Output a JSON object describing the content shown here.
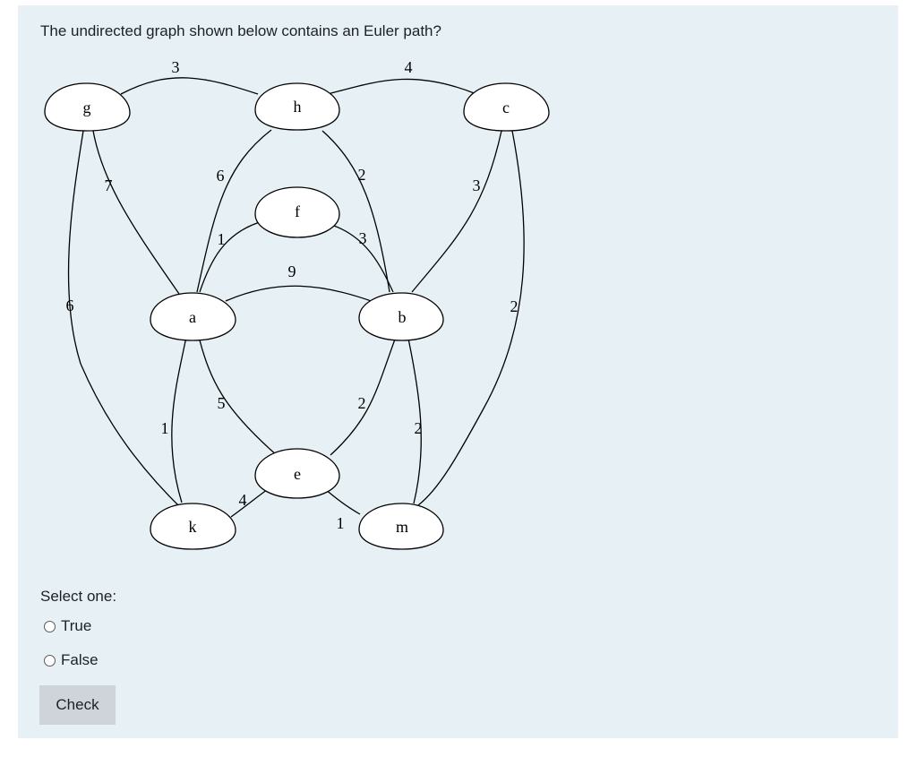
{
  "question": {
    "text": "The undirected graph shown below contains an Euler path?"
  },
  "graph": {
    "nodes": {
      "g": "g",
      "h": "h",
      "c": "c",
      "f": "f",
      "a": "a",
      "b": "b",
      "e": "e",
      "k": "k",
      "m": "m"
    },
    "edge_weights": {
      "g_h": "3",
      "h_c": "4",
      "g_a": "7",
      "g_k": "6",
      "h_a": "6",
      "h_b": "2",
      "c_b": "3",
      "c_m": "2",
      "f_a": "1",
      "f_b": "3",
      "a_b": "9",
      "a_k": "1",
      "a_e": "5",
      "b_e": "2",
      "b_m": "2",
      "e_k": "4",
      "e_m": "1"
    }
  },
  "answer": {
    "prompt": "Select one:",
    "options": [
      {
        "label": "True",
        "selected": false
      },
      {
        "label": "False",
        "selected": false
      }
    ]
  },
  "actions": {
    "check_label": "Check"
  }
}
